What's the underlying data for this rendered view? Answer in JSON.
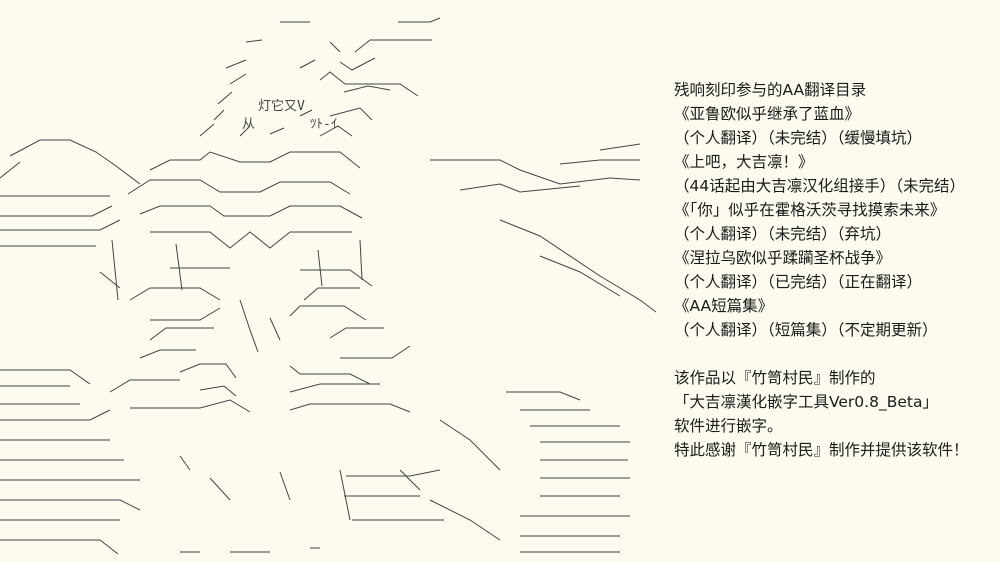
{
  "colors": {
    "background": "#fdfbf0",
    "text": "#1a1a1a",
    "art": "#444444"
  },
  "index": {
    "title": "残响刻印参与的AA翻译目录",
    "works": [
      {
        "title": "《亚鲁欧似乎继承了蓝血》",
        "status": "（个人翻译）（未完结）（缓慢填坑）"
      },
      {
        "title": "《上吧，大吉凛！》",
        "status": "（44话起由大吉凛汉化组接手）（未完结）"
      },
      {
        "title": "《「你」似乎在霍格沃茨寻找摸索未来》",
        "status": "（个人翻译）（未完结）（弃坑）"
      },
      {
        "title": "《涅拉乌欧似乎蹂躏圣杯战争》",
        "status": "（个人翻译）（已完结）（正在翻译）"
      },
      {
        "title": "《AA短篇集》",
        "status": "（个人翻译）（短篇集）（不定期更新）"
      }
    ]
  },
  "credits": [
    "该作品以『竹笥村民』制作的",
    "「大吉凛漢化嵌字工具Ver0.8_Beta」",
    "软件进行嵌字。",
    "特此感谢『竹笥村民』制作并提供该软件！"
  ],
  "art": {
    "label_lines": [
      "灯它又V",
      "从",
      "ﾂﾄ-ｲ"
    ]
  }
}
